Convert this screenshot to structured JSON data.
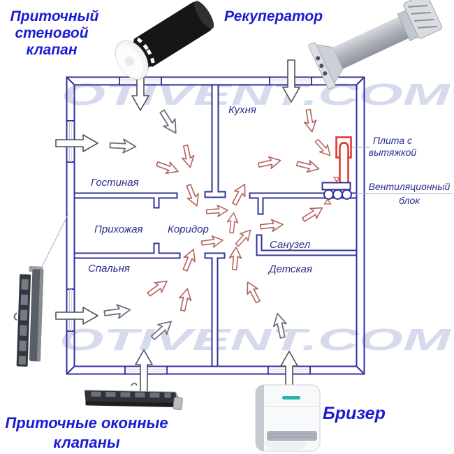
{
  "watermark": "OTIVENT.COM",
  "labels": {
    "supply_wall_valve": [
      "Приточный",
      "стеновой",
      "клапан"
    ],
    "recuperator": "Рекуператор",
    "window_valves": [
      "Приточные оконные",
      "клапаны"
    ],
    "breezer": "Бризер"
  },
  "plan": {
    "rooms": {
      "kitchen": "Кухня",
      "living_room": "Гостиная",
      "hallway": "Прихожая",
      "corridor": "Коридор",
      "bedroom": "Спальня",
      "bathroom": "Санузел",
      "nursery": "Детская"
    },
    "annotations": {
      "stove_hood": [
        "Плита с",
        "вытяжкой"
      ],
      "vent_block": [
        "Вентиляционный",
        "блок"
      ]
    }
  },
  "colors": {
    "wall": "#31319b",
    "label_blue": "#1b1bd2",
    "room_text": "#2b2f8a",
    "exhaust_arrow": "#b2625c",
    "fresh_arrow": "#70707c",
    "stove_red": "#e03228",
    "watermark": "#b3bce0"
  }
}
